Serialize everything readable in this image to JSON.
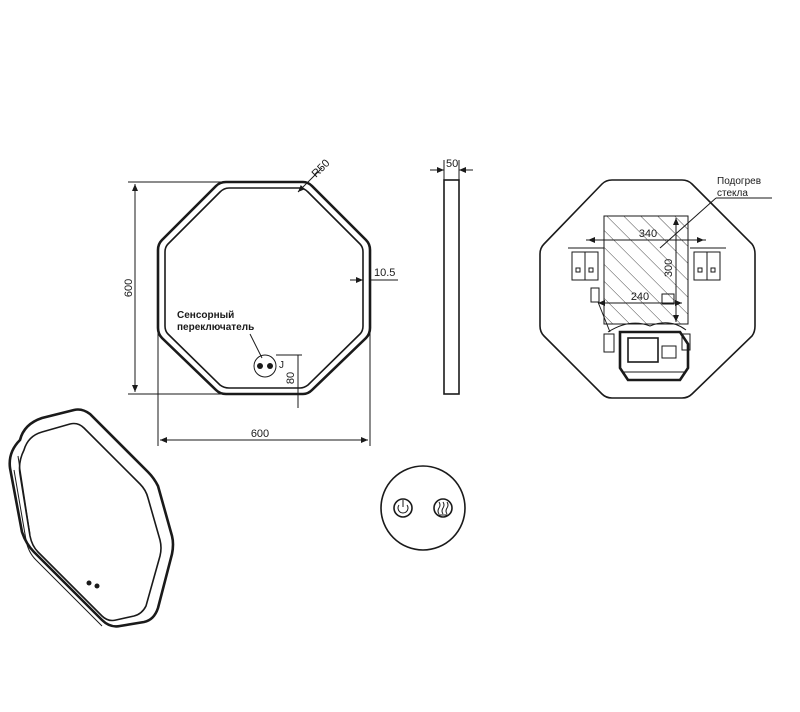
{
  "front_view": {
    "dim_height": "600",
    "dim_width": "600",
    "dim_corner_radius": "R50",
    "dim_edge_offset": "10.5",
    "dim_switch_offset": "80",
    "switch_label_line1": "Сенсорный",
    "switch_label_line2": "переключатель"
  },
  "side_view": {
    "dim_depth": "50"
  },
  "back_view": {
    "heater_label_line1": "Подогрев",
    "heater_label_line2": "стекла",
    "dim_heater_width": "340",
    "dim_heater_height": "300",
    "dim_mount_spacing": "240"
  },
  "icons": {
    "power": "power-icon",
    "heating": "heating-icon"
  }
}
